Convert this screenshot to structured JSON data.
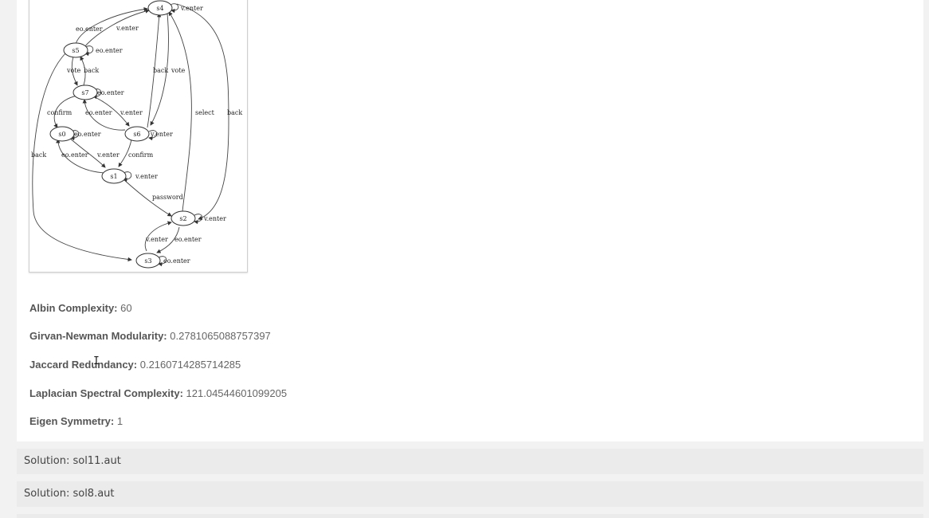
{
  "graph": {
    "nodes": [
      "s4",
      "s5",
      "s7",
      "s0",
      "s6",
      "s1",
      "s2",
      "s3"
    ],
    "edge_labels": [
      "v.enter",
      "eo.enter",
      "v.enter",
      "eo.enter",
      "vote",
      "back",
      "eo.enter",
      "confirm",
      "eo.enter",
      "v.enter",
      "back",
      "vote",
      "eo.enter",
      "v.enter",
      "back",
      "eo.enter",
      "v.enter",
      "confirm",
      "v.enter",
      "select",
      "back",
      "password",
      "v.enter",
      "v.enter",
      "eo.enter",
      "eo.enter"
    ]
  },
  "metrics": [
    {
      "label": "Albin Complexity:",
      "value": "60"
    },
    {
      "label": "Girvan-Newman Modularity:",
      "value": "0.2781065088757397"
    },
    {
      "label": "Jaccard Redundancy:",
      "value": "0.2160714285714285"
    },
    {
      "label": "Laplacian Spectral Complexity:",
      "value": "121.04544601099205"
    },
    {
      "label": "Eigen Symmetry:",
      "value": "1"
    }
  ],
  "solutions": [
    {
      "label": "Solution: sol11.aut"
    },
    {
      "label": "Solution: sol8.aut"
    }
  ]
}
